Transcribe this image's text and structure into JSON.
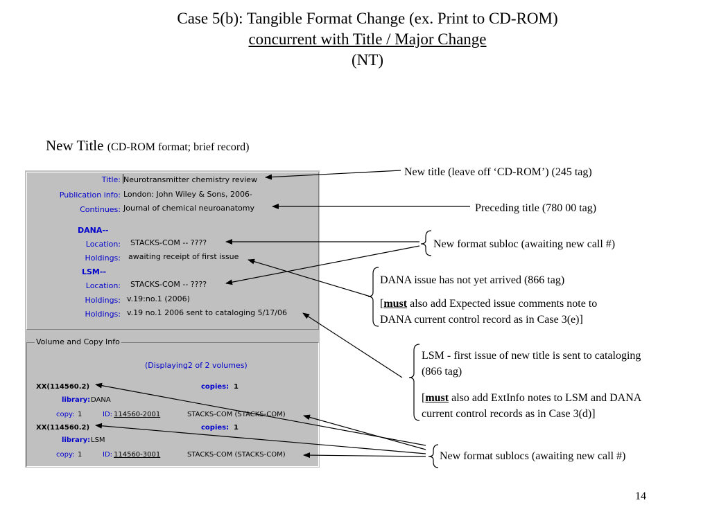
{
  "slide": {
    "title_line1": "Case 5(b):  Tangible Format Change (ex. Print to CD-ROM)",
    "title_line2": "concurrent with Title / Major Change",
    "title_line3": "(NT)",
    "heading": "New Title",
    "heading_note": "(CD-ROM format; brief record)",
    "page_number": "14"
  },
  "record": {
    "title_label": "Title:",
    "title_value": "Neurotransmitter chemistry review",
    "pub_label": "Publication info:",
    "pub_value": "London: John Wiley & Sons, 2006-",
    "continues_label": "Continues:",
    "continues_value": "Journal of chemical neuroanatomy",
    "dana_header": "DANA--",
    "dana_location_label": "Location:",
    "dana_location_value": "STACKS-COM -- ????",
    "dana_holdings_label": "Holdings:",
    "dana_holdings_value": "awaiting receipt of first issue",
    "lsm_header": "LSM--",
    "lsm_location_label": "Location:",
    "lsm_location_value": "STACKS-COM -- ????",
    "lsm_holdings1_label": "Holdings:",
    "lsm_holdings1_value": "v.19:no.1 (2006)",
    "lsm_holdings2_label": "Holdings:",
    "lsm_holdings2_value": "v.19 no.1 2006 sent to cataloging 5/17/06"
  },
  "volumes": {
    "legend": "Volume and Copy Info",
    "displaying": "(Displaying2 of 2 volumes)",
    "items": [
      {
        "call": "XX(114560.2)",
        "copies_label": "copies:",
        "copies": "1",
        "library_label": "library:",
        "library": "DANA",
        "copy_label": "copy:",
        "copy": "1",
        "id_label": "ID:",
        "id": "114560-2001",
        "location": "STACKS-COM (STACKS-COM)"
      },
      {
        "call": "XX(114560.2)",
        "copies_label": "copies:",
        "copies": "1",
        "library_label": "library:",
        "library": "LSM",
        "copy_label": "copy:",
        "copy": "1",
        "id_label": "ID:",
        "id": "114560-3001",
        "location": "STACKS-COM (STACKS-COM)"
      }
    ]
  },
  "annotations": {
    "new_title": "New title (leave off ‘CD-ROM’)  (245 tag)",
    "preceding": "Preceding  title (780 00  tag)",
    "new_subloc": "New format subloc (awaiting new call #)",
    "dana_line1": "DANA issue has not yet arrived (866 tag)",
    "dana_bracket_open": "[",
    "dana_must": "must",
    "dana_line2_rest": " also add Expected issue comments note to",
    "dana_line3": "DANA current control record as in Case 3(e)]",
    "lsm_line1": "LSM  - first issue of new title is sent to cataloging",
    "lsm_line2": "(866 tag)",
    "lsm_bracket_open": "[",
    "lsm_must": "must",
    "lsm_line3_rest": " also add ExtInfo notes to LSM and DANA",
    "lsm_line4": "current control records as in Case 3(d)]",
    "new_sublocs": "New format sublocs (awaiting new call #)"
  }
}
